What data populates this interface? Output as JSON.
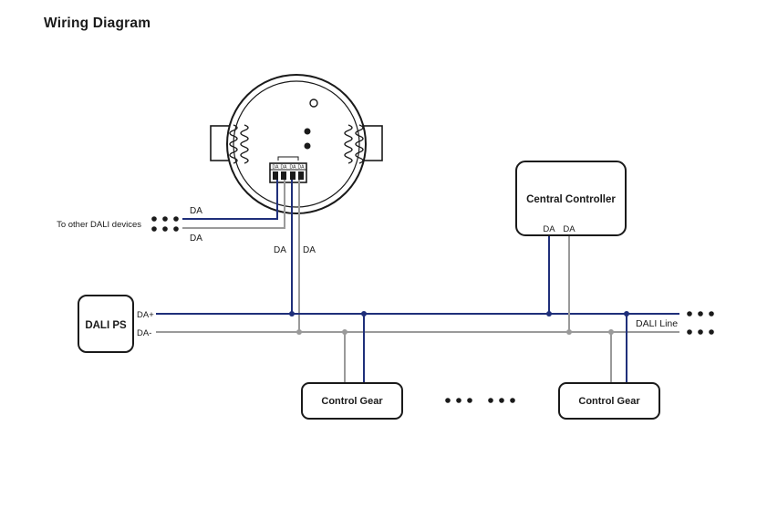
{
  "title": "Wiring Diagram",
  "colors": {
    "positive_wire": "#1f2f7a",
    "negative_wire": "#9a9a9a",
    "outline": "#1a1a1a"
  },
  "sensor": {
    "terminal_labels": [
      "DA",
      "DA",
      "DA",
      "DA"
    ],
    "wire_labels": [
      "DA",
      "DA"
    ]
  },
  "other_devices": {
    "label": "To other DALI devices",
    "wire_labels": [
      "DA",
      "DA"
    ]
  },
  "power_supply": {
    "label": "DALI PS",
    "terminals": [
      "DA+",
      "DA-"
    ]
  },
  "controller": {
    "label": "Central Controller",
    "terminals": [
      "DA",
      "DA"
    ]
  },
  "bus": {
    "label": "DALI Line"
  },
  "gear": [
    {
      "label": "Control Gear"
    },
    {
      "label": "Control Gear"
    }
  ]
}
